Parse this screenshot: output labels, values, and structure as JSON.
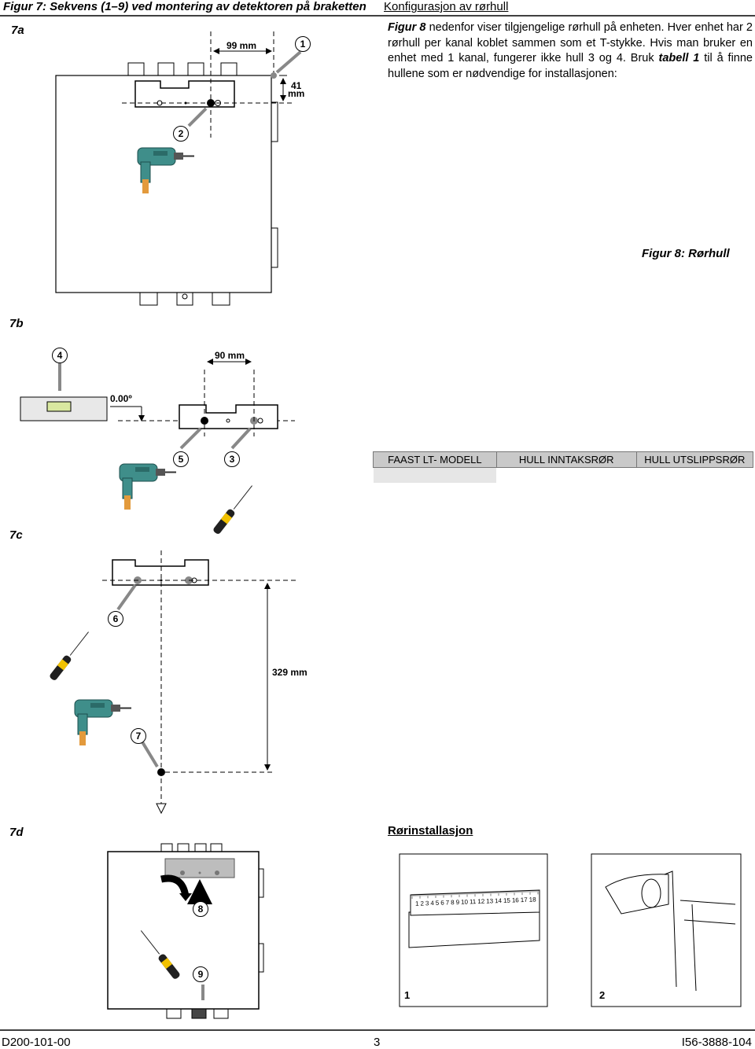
{
  "figure7": {
    "title": "Figur 7: Sekvens (1–9) ved montering av detektoren på braketten",
    "steps": {
      "a": "7a",
      "b": "7b",
      "c": "7c",
      "d": "7d"
    },
    "dims": {
      "d99": "99 mm",
      "d41a": "41",
      "d41b": "mm",
      "d90": "90 mm",
      "d329": "329 mm",
      "level": "0.00º"
    },
    "callouts": [
      "1",
      "2",
      "3",
      "4",
      "5",
      "6",
      "7",
      "8",
      "9"
    ]
  },
  "konfig": {
    "heading": "Konfigurasjon av rørhull",
    "para_lead": "Figur 8",
    "para_text": " nedenfor viser tilgjengelige rørhull på enheten. Hver enhet har 2 rørhull per kanal koblet sammen som et T-stykke. Hvis man bruker en enhet med 1 kanal, fungerer ikke hull 3 og 4. Bruk ",
    "para_ref": "tabell 1",
    "para_tail": " til å finne hullene som er nødvendige for installasjonen:",
    "fig8_caption": "Figur 8: Rørhull"
  },
  "table": {
    "headers": [
      "FAAST LT- MODELL",
      "HULL INNTAKSRØR",
      "HULL UTSLIPPSRØR"
    ]
  },
  "ror": {
    "heading": "Rørinstallasjon",
    "panel1_label": "1",
    "panel2_label": "2",
    "ruler_numbers": [
      "1",
      "2",
      "3",
      "4",
      "5",
      "6",
      "7",
      "8",
      "9",
      "10",
      "11",
      "12",
      "13",
      "14",
      "15",
      "16",
      "17",
      "18"
    ]
  },
  "footer": {
    "left": "D200-101-00",
    "center": "3",
    "right": "I56-3888-104"
  }
}
